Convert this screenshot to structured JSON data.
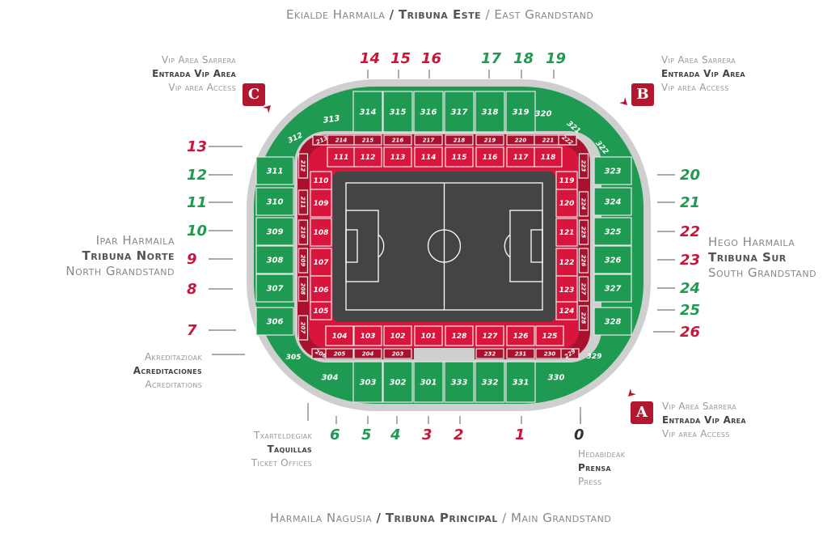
{
  "titles": {
    "east": {
      "eu": "Ekialde Harmaila",
      "es": "Tribuna Este",
      "en": "East Grandstand"
    },
    "main": {
      "eu": "Harmaila Nagusia",
      "es": "Tribuna Principal",
      "en": "Main Grandstand"
    },
    "north": {
      "eu": "Ipar Harmaila",
      "es": "Tribuna Norte",
      "en": "North Grandstand"
    },
    "south": {
      "eu": "Hego Harmaila",
      "es": "Tribuna Sur",
      "en": "South Grandstand"
    },
    "separator": "/"
  },
  "vip": {
    "line1": "Vip Area Sarrera",
    "line2": "Entrada Vip Area",
    "line3": "Vip area Access",
    "gates": {
      "a": "A",
      "b": "B",
      "c": "C"
    }
  },
  "accreditations": {
    "eu": "Akreditazioak",
    "es": "Acreditaciones",
    "en": "Acreditations"
  },
  "tickets": {
    "eu": "Txarteldegiak",
    "es": "Taquillas",
    "en": "Ticket Offices"
  },
  "press": {
    "eu": "Hedabideak",
    "es": "Prensa",
    "en": "Press"
  },
  "colors": {
    "upper_tier": "#1f9a52",
    "lower_tier": "#d8153d",
    "middle_tier": "#a9122e",
    "pitch": "#444444",
    "concourse": "#cfcfcf",
    "gate_red": "#c8163a",
    "gate_green": "#1f9a52"
  },
  "entrances": {
    "top": [
      {
        "n": "14",
        "c": "red"
      },
      {
        "n": "15",
        "c": "red"
      },
      {
        "n": "16",
        "c": "red"
      },
      {
        "n": "17",
        "c": "green"
      },
      {
        "n": "18",
        "c": "green"
      },
      {
        "n": "19",
        "c": "green"
      }
    ],
    "left": [
      {
        "n": "13",
        "c": "red"
      },
      {
        "n": "12",
        "c": "green"
      },
      {
        "n": "11",
        "c": "green"
      },
      {
        "n": "10",
        "c": "green"
      },
      {
        "n": "9",
        "c": "red"
      },
      {
        "n": "8",
        "c": "red"
      },
      {
        "n": "7",
        "c": "red"
      }
    ],
    "right": [
      {
        "n": "20",
        "c": "green"
      },
      {
        "n": "21",
        "c": "green"
      },
      {
        "n": "22",
        "c": "red"
      },
      {
        "n": "23",
        "c": "red"
      },
      {
        "n": "24",
        "c": "green"
      },
      {
        "n": "25",
        "c": "green"
      },
      {
        "n": "26",
        "c": "red"
      }
    ],
    "bottom": [
      {
        "n": "6",
        "c": "green"
      },
      {
        "n": "5",
        "c": "green"
      },
      {
        "n": "4",
        "c": "green"
      },
      {
        "n": "3",
        "c": "red"
      },
      {
        "n": "2",
        "c": "red"
      },
      {
        "n": "1",
        "c": "red"
      },
      {
        "n": "0",
        "c": "dark"
      }
    ]
  },
  "sections": {
    "upper_top": [
      "313",
      "314",
      "315",
      "316",
      "317",
      "318",
      "319",
      "320"
    ],
    "upper_corners": [
      "312",
      "321",
      "322",
      "305",
      "329"
    ],
    "upper_left": [
      "311",
      "310",
      "309",
      "308",
      "307",
      "306"
    ],
    "upper_right": [
      "323",
      "324",
      "325",
      "326",
      "327",
      "328"
    ],
    "upper_bottom": [
      "304",
      "303",
      "302",
      "301",
      "333",
      "332",
      "331",
      "330"
    ],
    "middle_top": [
      "213",
      "214",
      "215",
      "216",
      "217",
      "218",
      "219",
      "220",
      "221",
      "222"
    ],
    "middle_left": [
      "212",
      "211",
      "210",
      "209",
      "208",
      "207"
    ],
    "middle_right": [
      "223",
      "224",
      "225",
      "226",
      "227",
      "228"
    ],
    "middle_bottom": [
      "206",
      "205",
      "204",
      "203",
      "232",
      "231",
      "230",
      "229"
    ],
    "lower_top": [
      "111",
      "112",
      "113",
      "114",
      "115",
      "116",
      "117",
      "118"
    ],
    "lower_left": [
      "110",
      "109",
      "108",
      "107",
      "106",
      "105"
    ],
    "lower_right": [
      "119",
      "120",
      "121",
      "122",
      "123",
      "124"
    ],
    "lower_bottom": [
      "104",
      "103",
      "102",
      "101",
      "128",
      "127",
      "126",
      "125"
    ]
  }
}
